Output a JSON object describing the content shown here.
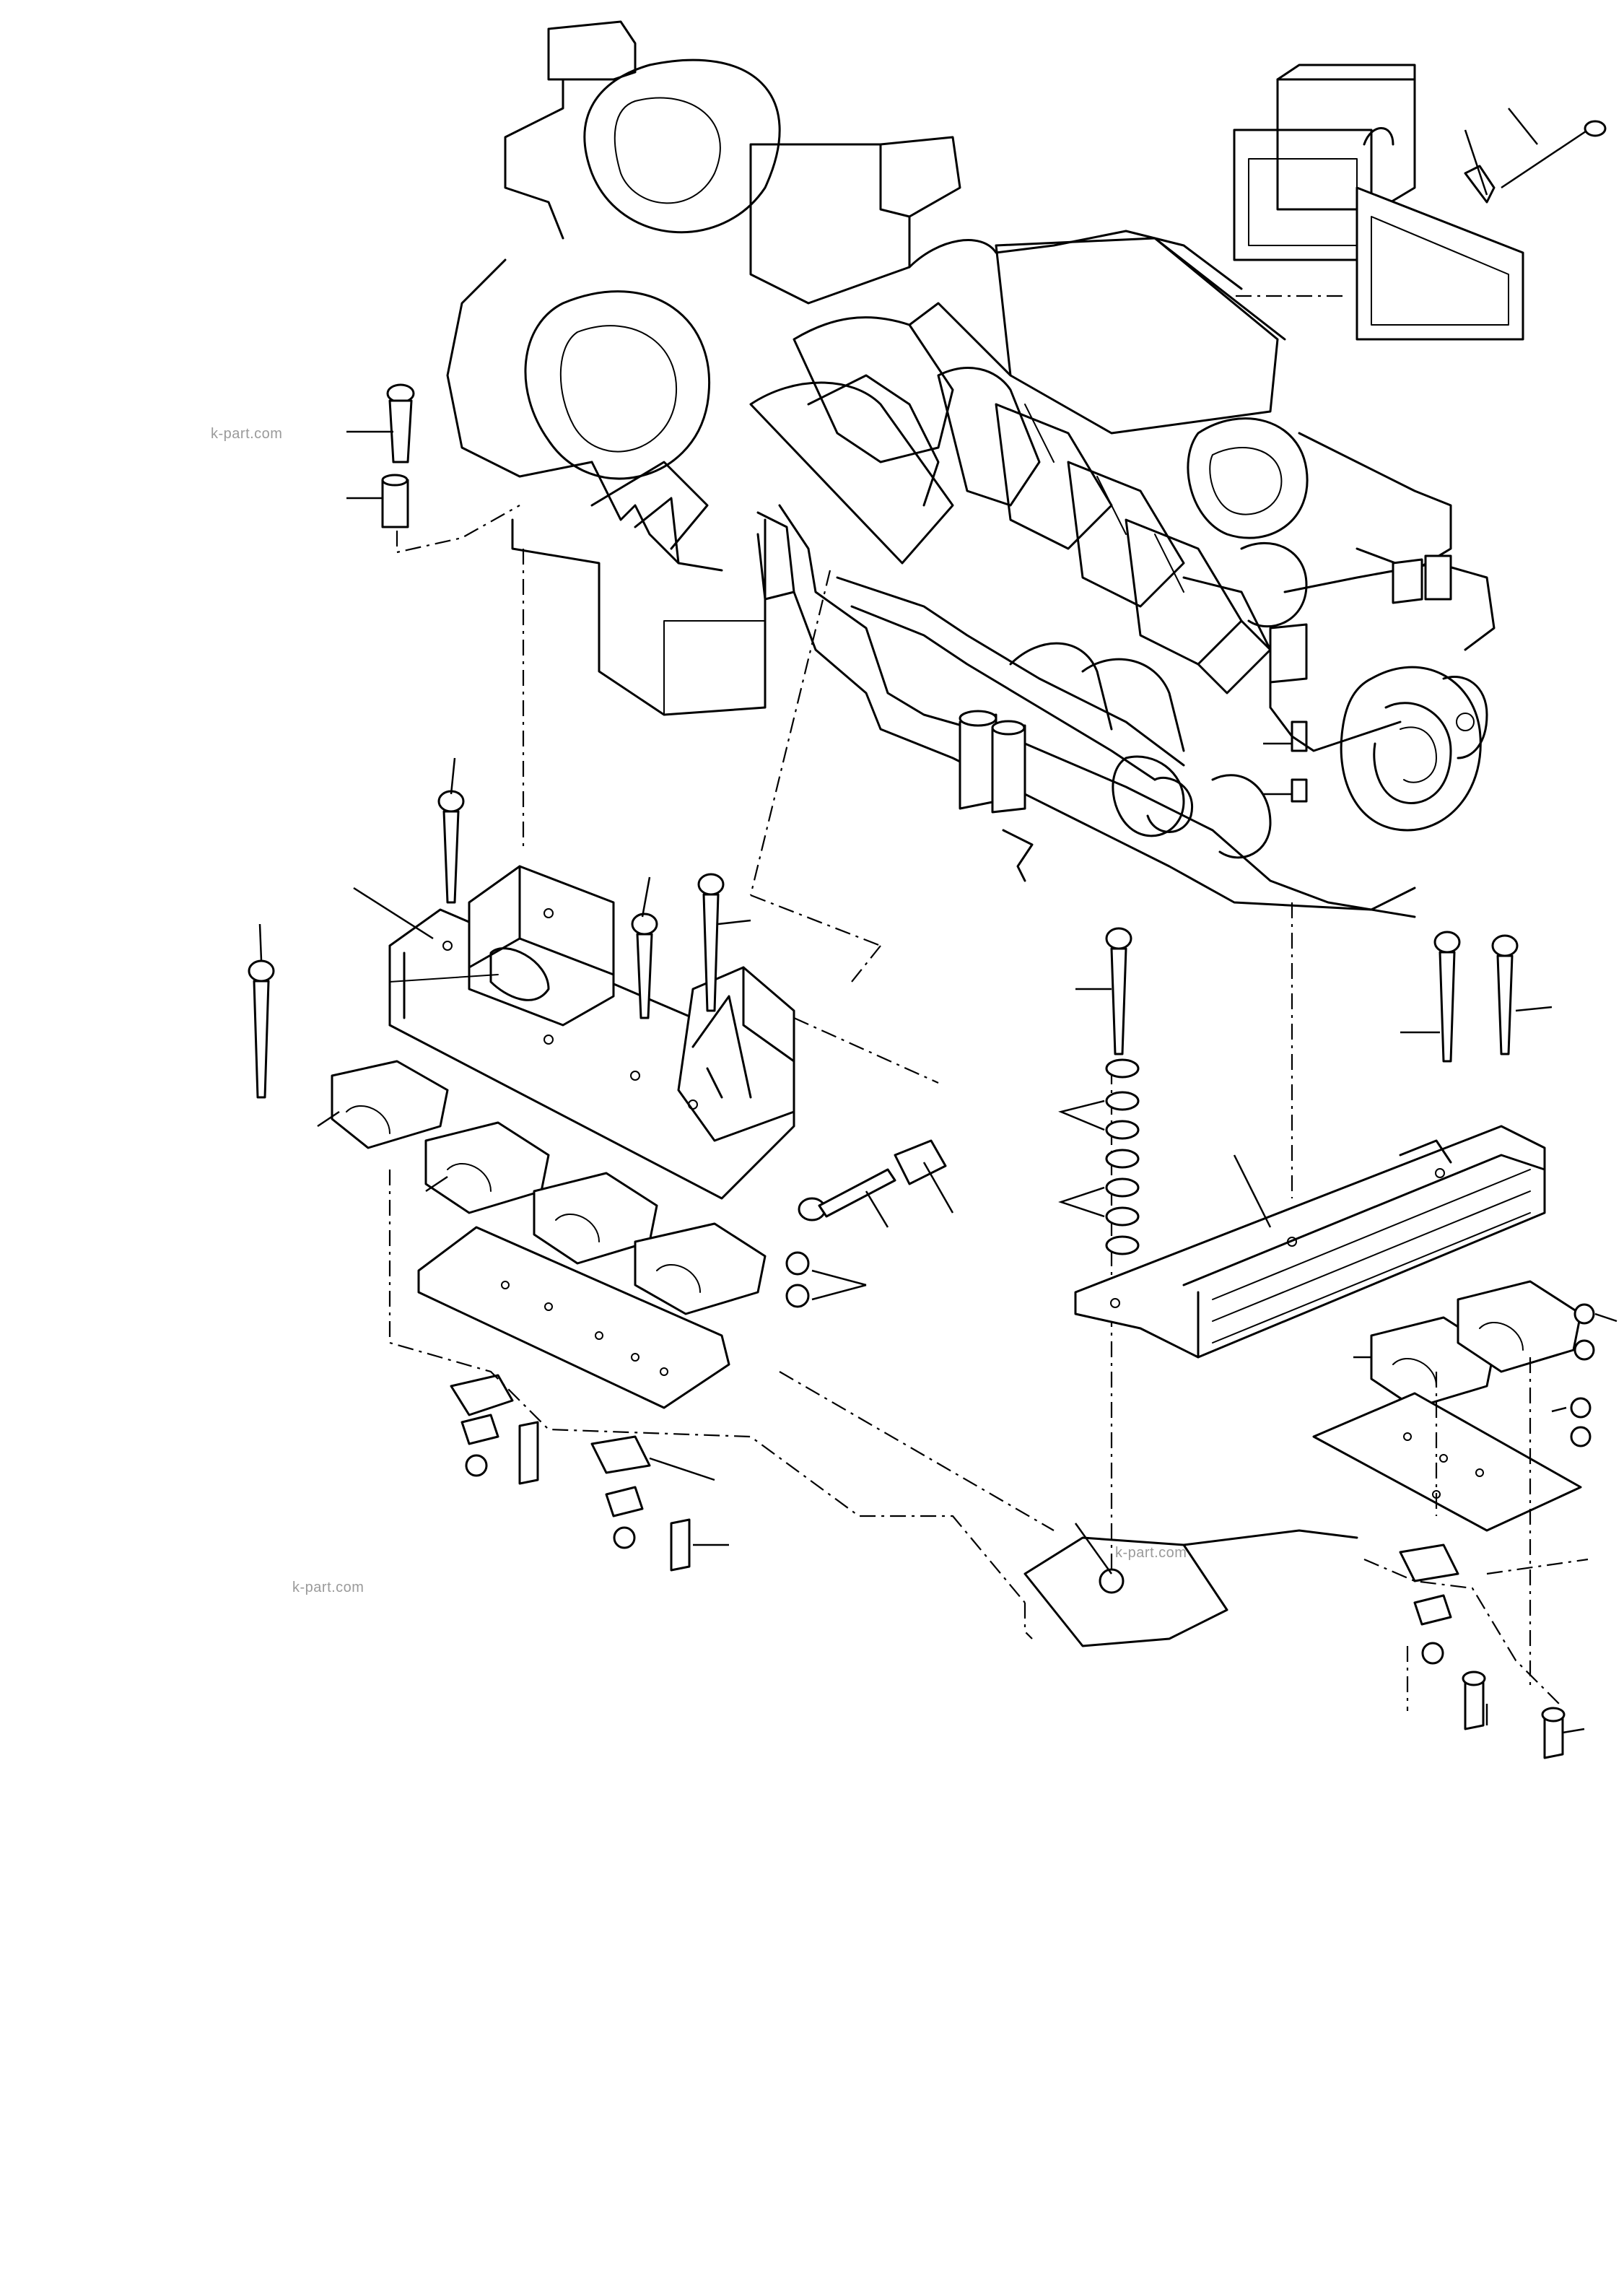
{
  "watermarks": [
    "k-part.com",
    "k-part.com",
    "k-part.com"
  ],
  "colors": {
    "ink": "#000000",
    "paper": "#ffffff",
    "watermark": "#9a9a9a"
  }
}
